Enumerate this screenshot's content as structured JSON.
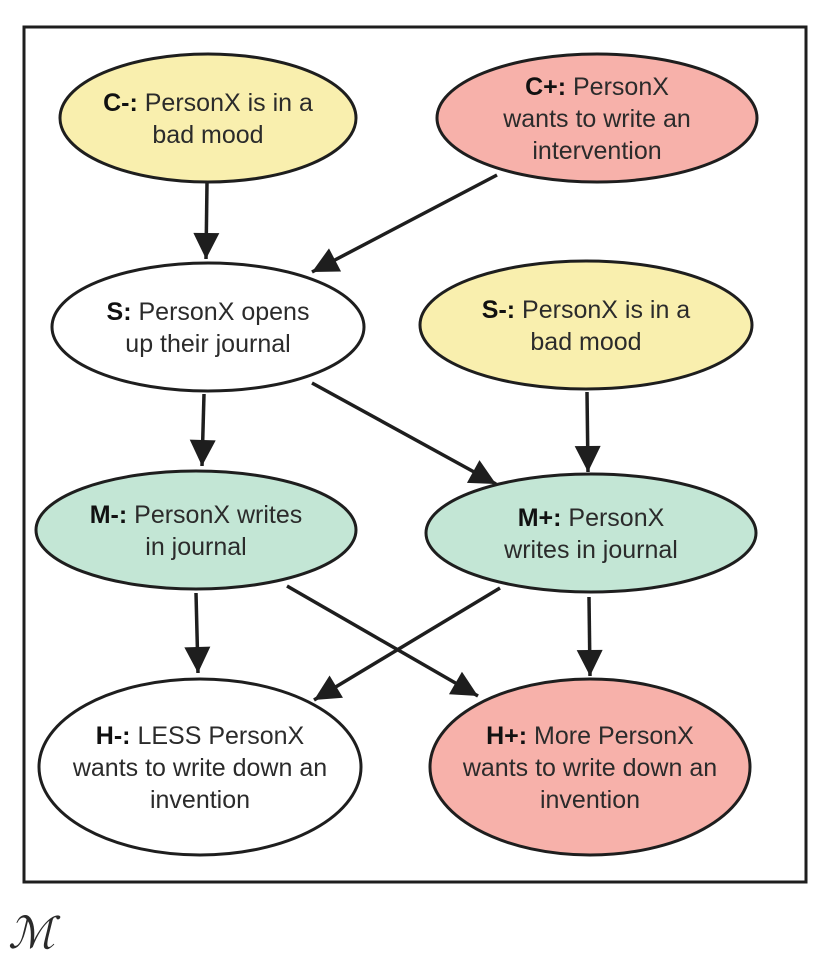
{
  "colors": {
    "yellow": "#f9efae",
    "red": "#f7b1aa",
    "green": "#c3e6d5",
    "white": "#ffffff",
    "stroke": "#1e1e1e"
  },
  "nodes": {
    "c_minus": {
      "key": "C-:",
      "lines": [
        "PersonX is in a",
        "bad mood"
      ],
      "fill": "yellow"
    },
    "c_plus": {
      "key": "C+:",
      "lines": [
        "PersonX",
        "wants to write an",
        "intervention"
      ],
      "fill": "red"
    },
    "s": {
      "key": "S:",
      "lines": [
        "PersonX opens",
        "up their journal"
      ],
      "fill": "white"
    },
    "s_minus": {
      "key": "S-:",
      "lines": [
        "PersonX is in a",
        "bad mood"
      ],
      "fill": "yellow"
    },
    "m_minus": {
      "key": "M-:",
      "lines": [
        "PersonX writes",
        "in journal"
      ],
      "fill": "green"
    },
    "m_plus": {
      "key": "M+:",
      "lines": [
        "PersonX",
        "writes in journal"
      ],
      "fill": "green"
    },
    "h_minus": {
      "key": "H-:",
      "lines": [
        "LESS PersonX",
        "wants to write down an",
        "invention"
      ],
      "fill": "white"
    },
    "h_plus": {
      "key": "H+:",
      "lines": [
        "More PersonX",
        "wants to write down an",
        "invention"
      ],
      "fill": "red"
    }
  },
  "edges": [
    {
      "from": "c_minus",
      "to": "s"
    },
    {
      "from": "c_plus",
      "to": "s"
    },
    {
      "from": "s",
      "to": "m_minus"
    },
    {
      "from": "s",
      "to": "m_plus"
    },
    {
      "from": "s_minus",
      "to": "m_plus"
    },
    {
      "from": "m_minus",
      "to": "h_minus"
    },
    {
      "from": "m_minus",
      "to": "h_plus"
    },
    {
      "from": "m_plus",
      "to": "h_minus"
    },
    {
      "from": "m_plus",
      "to": "h_plus"
    }
  ],
  "logo": {
    "icon": "monogram-m-icon"
  }
}
